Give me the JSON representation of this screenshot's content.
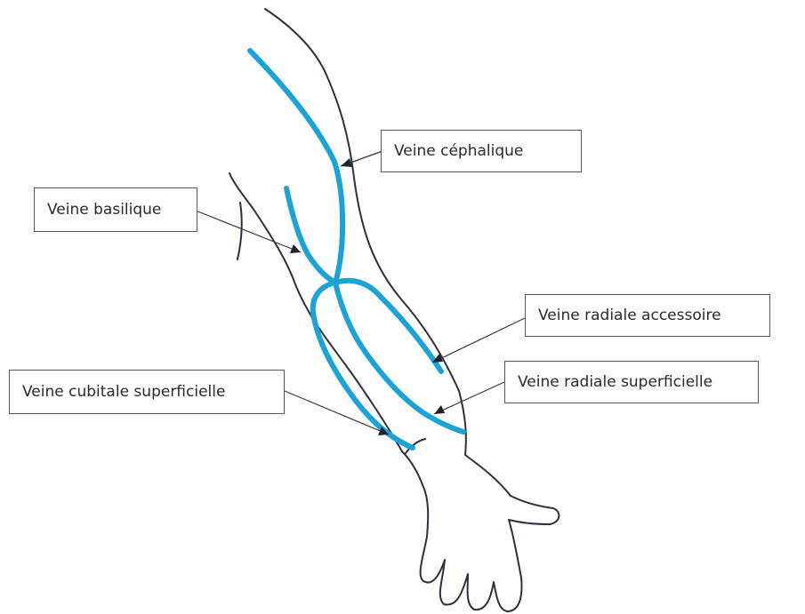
{
  "colors": {
    "vein": "#1aa3d6",
    "outline": "#2c3040",
    "leader": "#3a3a3a"
  },
  "labels": {
    "cephalique": "Veine céphalique",
    "basilique": "Veine basilique",
    "radiale_accessoire": "Veine radiale accessoire",
    "radiale_superficielle": "Veine radiale superficielle",
    "cubitale_superficielle": "Veine cubitale superficielle"
  }
}
